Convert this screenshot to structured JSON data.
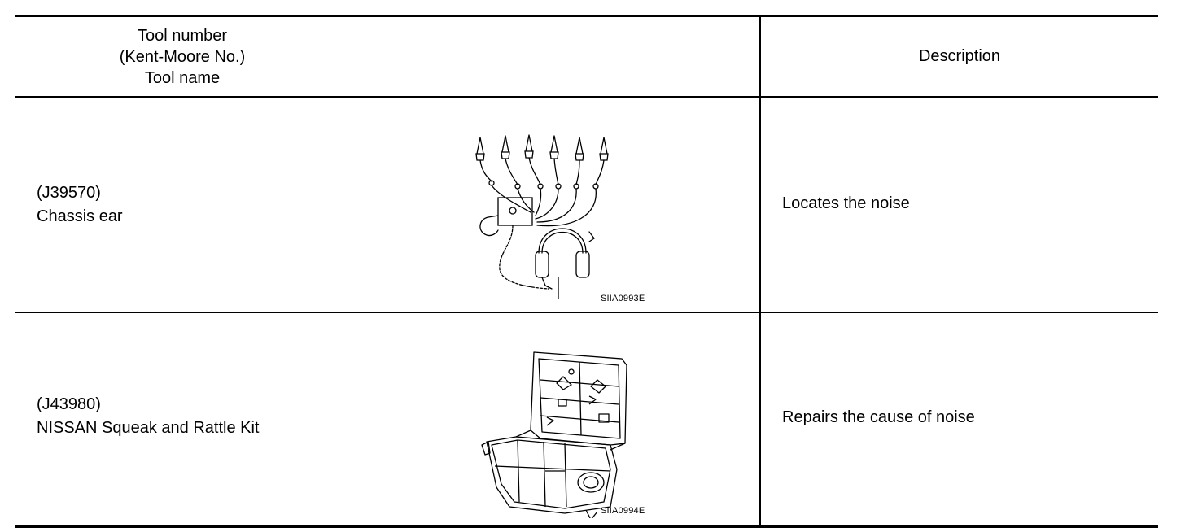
{
  "header": {
    "tool_line1": "Tool number",
    "tool_line2": "(Kent-Moore No.)",
    "tool_line3": "Tool name",
    "description": "Description"
  },
  "tools": [
    {
      "number": "(J39570)",
      "name": "Chassis ear",
      "figure_code": "SIIA0993E",
      "description": "Locates the noise"
    },
    {
      "number": "(J43980)",
      "name": "NISSAN Squeak and Rattle Kit",
      "figure_code": "SIIA0994E",
      "description": "Repairs the cause of noise"
    }
  ]
}
